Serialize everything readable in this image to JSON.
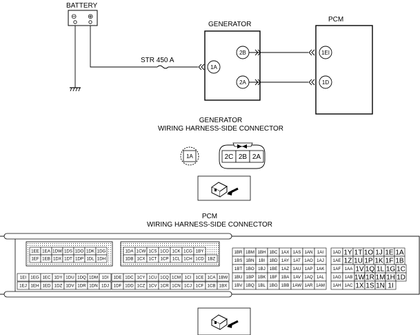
{
  "labels": {
    "battery": "BATTERY",
    "battery_neg": "⊖",
    "battery_pos": "⊕",
    "generator": "GENERATOR",
    "pcm": "PCM",
    "fuse": "STR 450 A",
    "gen_connector_title_1": "GENERATOR",
    "gen_connector_title_2": "WIRING HARNESS-SIDE CONNECTOR",
    "pcm_connector_title_1": "PCM",
    "pcm_connector_title_2": "WIRING HARNESS-SIDE CONNECTOR"
  },
  "terminals": {
    "gen_1a": "1A",
    "gen_2b": "2B",
    "gen_2a": "2A",
    "pcm_1ei": "1EI",
    "pcm_1d": "1D"
  },
  "gen_connector": {
    "single": "1A",
    "pins": [
      "2C",
      "2B",
      "2A"
    ]
  },
  "pcm_connector": {
    "block1": {
      "top": [
        "1EE",
        "1EA",
        "1DW",
        "1DS",
        "1DO",
        "1DK",
        "1DG"
      ],
      "bottom": [
        "1EF",
        "1EB",
        "1DX",
        "1DT",
        "1DP",
        "1DL",
        "1DH"
      ]
    },
    "block2": {
      "top": [
        "1DA",
        "1CW",
        "1CS",
        "1CO",
        "1CK",
        "1CG",
        "1BY"
      ],
      "bottom": [
        "1DB",
        "1CX",
        "1CT",
        "1CP",
        "1CL",
        "1CH",
        "1CD",
        "1BZ"
      ]
    },
    "block3": {
      "top": [
        "1EI",
        "1EG",
        "1EC",
        "1DY",
        "1DU",
        "1DQ",
        "1DM",
        "1DI"
      ],
      "bottom": [
        "1EJ",
        "1EH",
        "1ED",
        "1DZ",
        "1DV",
        "1DR",
        "1DN",
        "1DJ"
      ]
    },
    "block4": {
      "top": [
        "1DE",
        "1DC",
        "1CY",
        "1CU",
        "1CQ",
        "1CM",
        "1CI",
        "1CE",
        "1CA",
        "1BW"
      ],
      "bottom": [
        "1DF",
        "1DD",
        "1CZ",
        "1CV",
        "1CR",
        "1CN",
        "1CJ",
        "1CF",
        "1CB",
        "1BX"
      ]
    },
    "block5": [
      [
        "1BR",
        "1BM",
        "1BH",
        "1BC",
        "1AX",
        "1AS",
        "1AN",
        "1AI"
      ],
      [
        "1BS",
        "1BN",
        "1BI",
        "1BD",
        "1AY",
        "1AT",
        "1AO",
        "1AJ"
      ],
      [
        "1BT",
        "1BO",
        "1BJ",
        "1BE",
        "1AZ",
        "1AU",
        "1AP",
        "1AK"
      ],
      [
        "1BU",
        "1BP",
        "1BK",
        "1BF",
        "1BA",
        "1AV",
        "1AQ",
        "1AL"
      ],
      [
        "1BV",
        "1BQ",
        "1BL",
        "1BG",
        "1BB",
        "1AW",
        "1AR",
        "1AM"
      ]
    ],
    "block6": [
      [
        "1AD",
        "1Y",
        "1T",
        "1O",
        "1J",
        "1E",
        "1A"
      ],
      [
        "1AE",
        "1Z",
        "1U",
        "1P",
        "1K",
        "1F",
        "1B"
      ],
      [
        "1AF",
        "1AA",
        "1V",
        "1Q",
        "1L",
        "1G",
        "1C"
      ],
      [
        "1AG",
        "1AB",
        "1W",
        "1R",
        "1M",
        "1H",
        "1D"
      ],
      [
        "1AH",
        "1AC",
        "1X",
        "1S",
        "1N",
        "1I"
      ]
    ]
  }
}
